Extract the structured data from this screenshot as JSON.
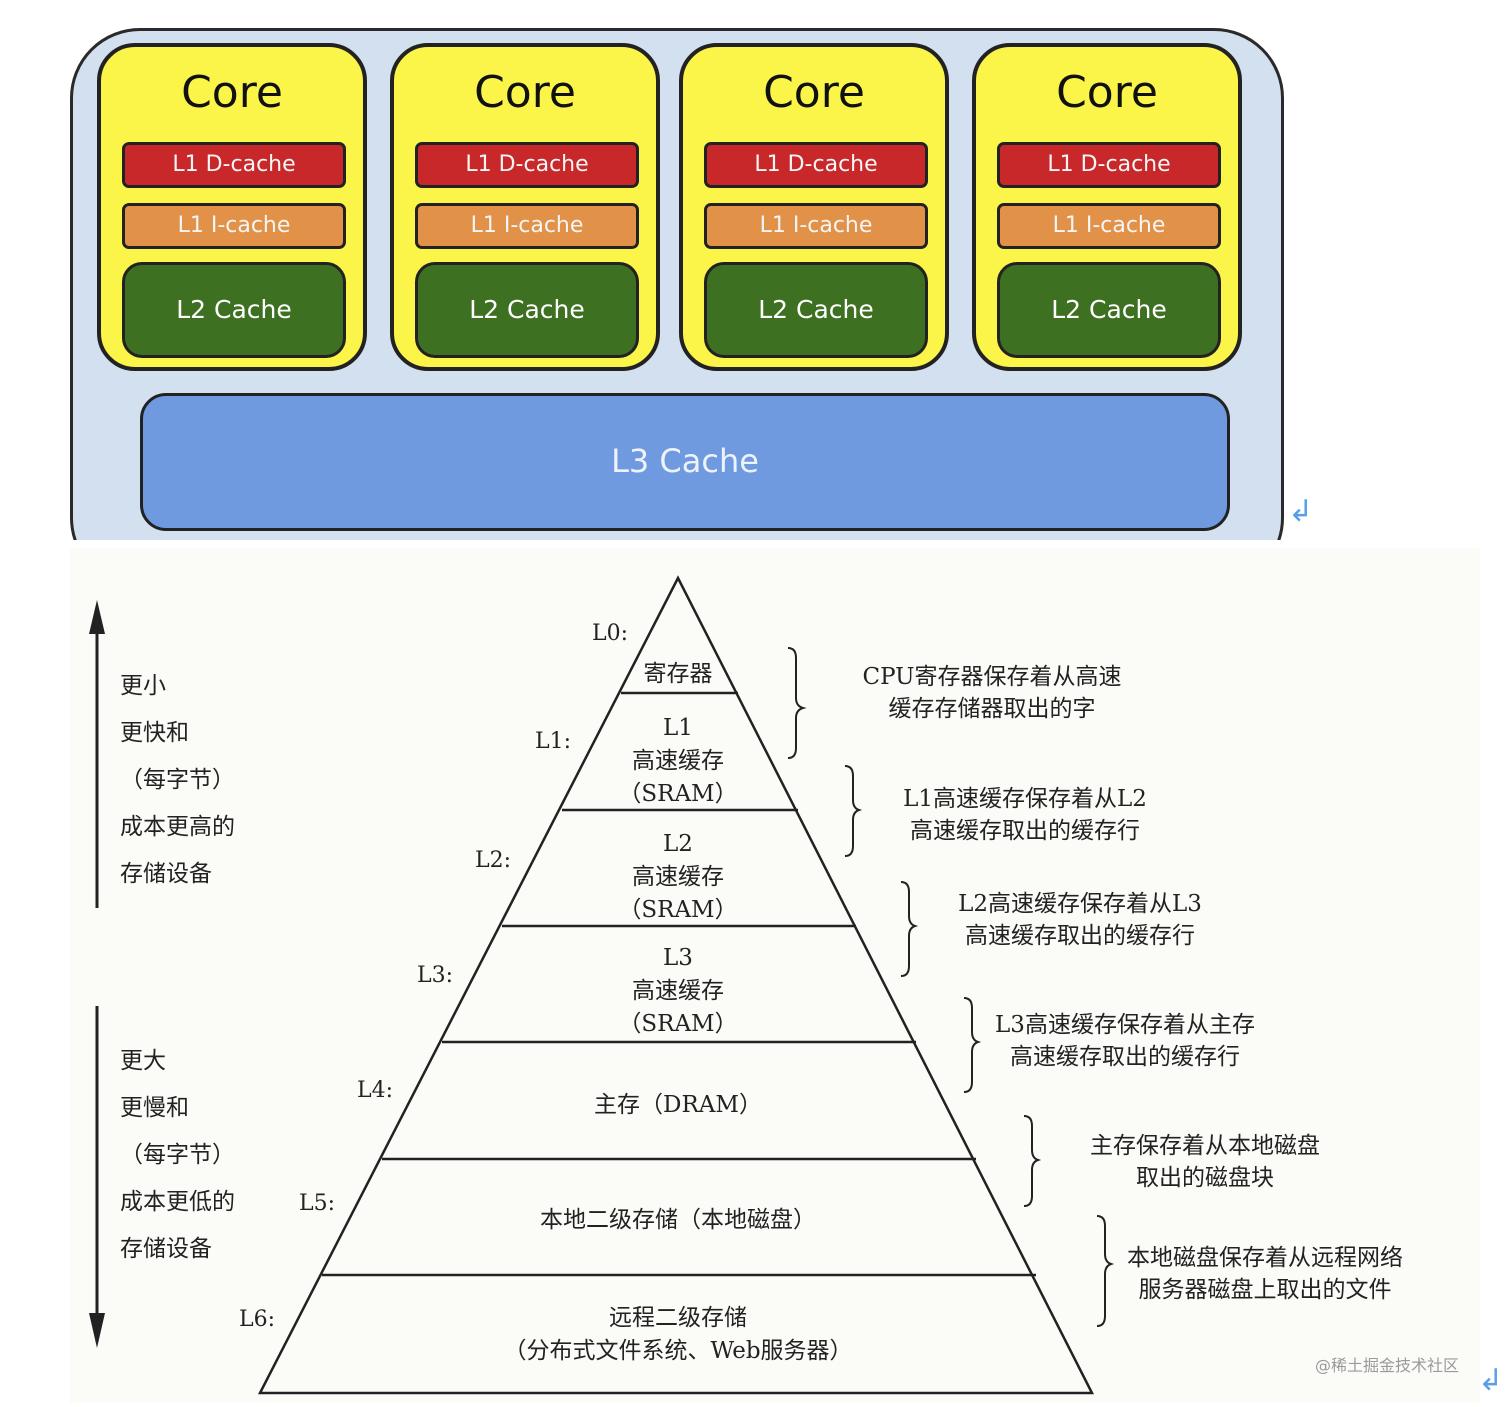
{
  "cpu_diagram": {
    "cores": [
      {
        "title": "Core",
        "l1_dcache": "L1 D-cache",
        "l1_icache": "L1 I-cache",
        "l2": "L2 Cache"
      },
      {
        "title": "Core",
        "l1_dcache": "L1 D-cache",
        "l1_icache": "L1 I-cache",
        "l2": "L2 Cache"
      },
      {
        "title": "Core",
        "l1_dcache": "L1 D-cache",
        "l1_icache": "L1 I-cache",
        "l2": "L2 Cache"
      },
      {
        "title": "Core",
        "l1_dcache": "L1 D-cache",
        "l1_icache": "L1 I-cache",
        "l2": "L2 Cache"
      }
    ],
    "l3": "L3 Cache",
    "return_mark": "↲"
  },
  "hierarchy": {
    "top_side": [
      "更小",
      "更快和",
      "（每字节）",
      "成本更高的",
      "存储设备"
    ],
    "bottom_side": [
      "更大",
      "更慢和",
      "（每字节）",
      "成本更低的",
      "存储设备"
    ],
    "levels": [
      {
        "label": "L0:",
        "lines": [
          "寄存器"
        ],
        "note": [
          "CPU寄存器保存着从高速",
          "缓存存储器取出的字"
        ]
      },
      {
        "label": "L1:",
        "lines": [
          "L1",
          "高速缓存",
          "（SRAM）"
        ],
        "note": [
          "L1高速缓存保存着从L2",
          "高速缓存取出的缓存行"
        ]
      },
      {
        "label": "L2:",
        "lines": [
          "L2",
          "高速缓存",
          "（SRAM）"
        ],
        "note": [
          "L2高速缓存保存着从L3",
          "高速缓存取出的缓存行"
        ]
      },
      {
        "label": "L3:",
        "lines": [
          "L3",
          "高速缓存",
          "（SRAM）"
        ],
        "note": [
          "L3高速缓存保存着从主存",
          "高速缓存取出的缓存行"
        ]
      },
      {
        "label": "L4:",
        "lines": [
          "主存（DRAM）"
        ],
        "note": [
          "主存保存着从本地磁盘",
          "取出的磁盘块"
        ]
      },
      {
        "label": "L5:",
        "lines": [
          "本地二级存储（本地磁盘）"
        ],
        "note": [
          "本地磁盘保存着从远程网络",
          "服务器磁盘上取出的文件"
        ]
      },
      {
        "label": "L6:",
        "lines": [
          "远程二级存储",
          "（分布式文件系统、Web服务器）"
        ],
        "note": []
      }
    ],
    "return_mark": "↲"
  },
  "watermark": "@稀土掘金技术社区"
}
